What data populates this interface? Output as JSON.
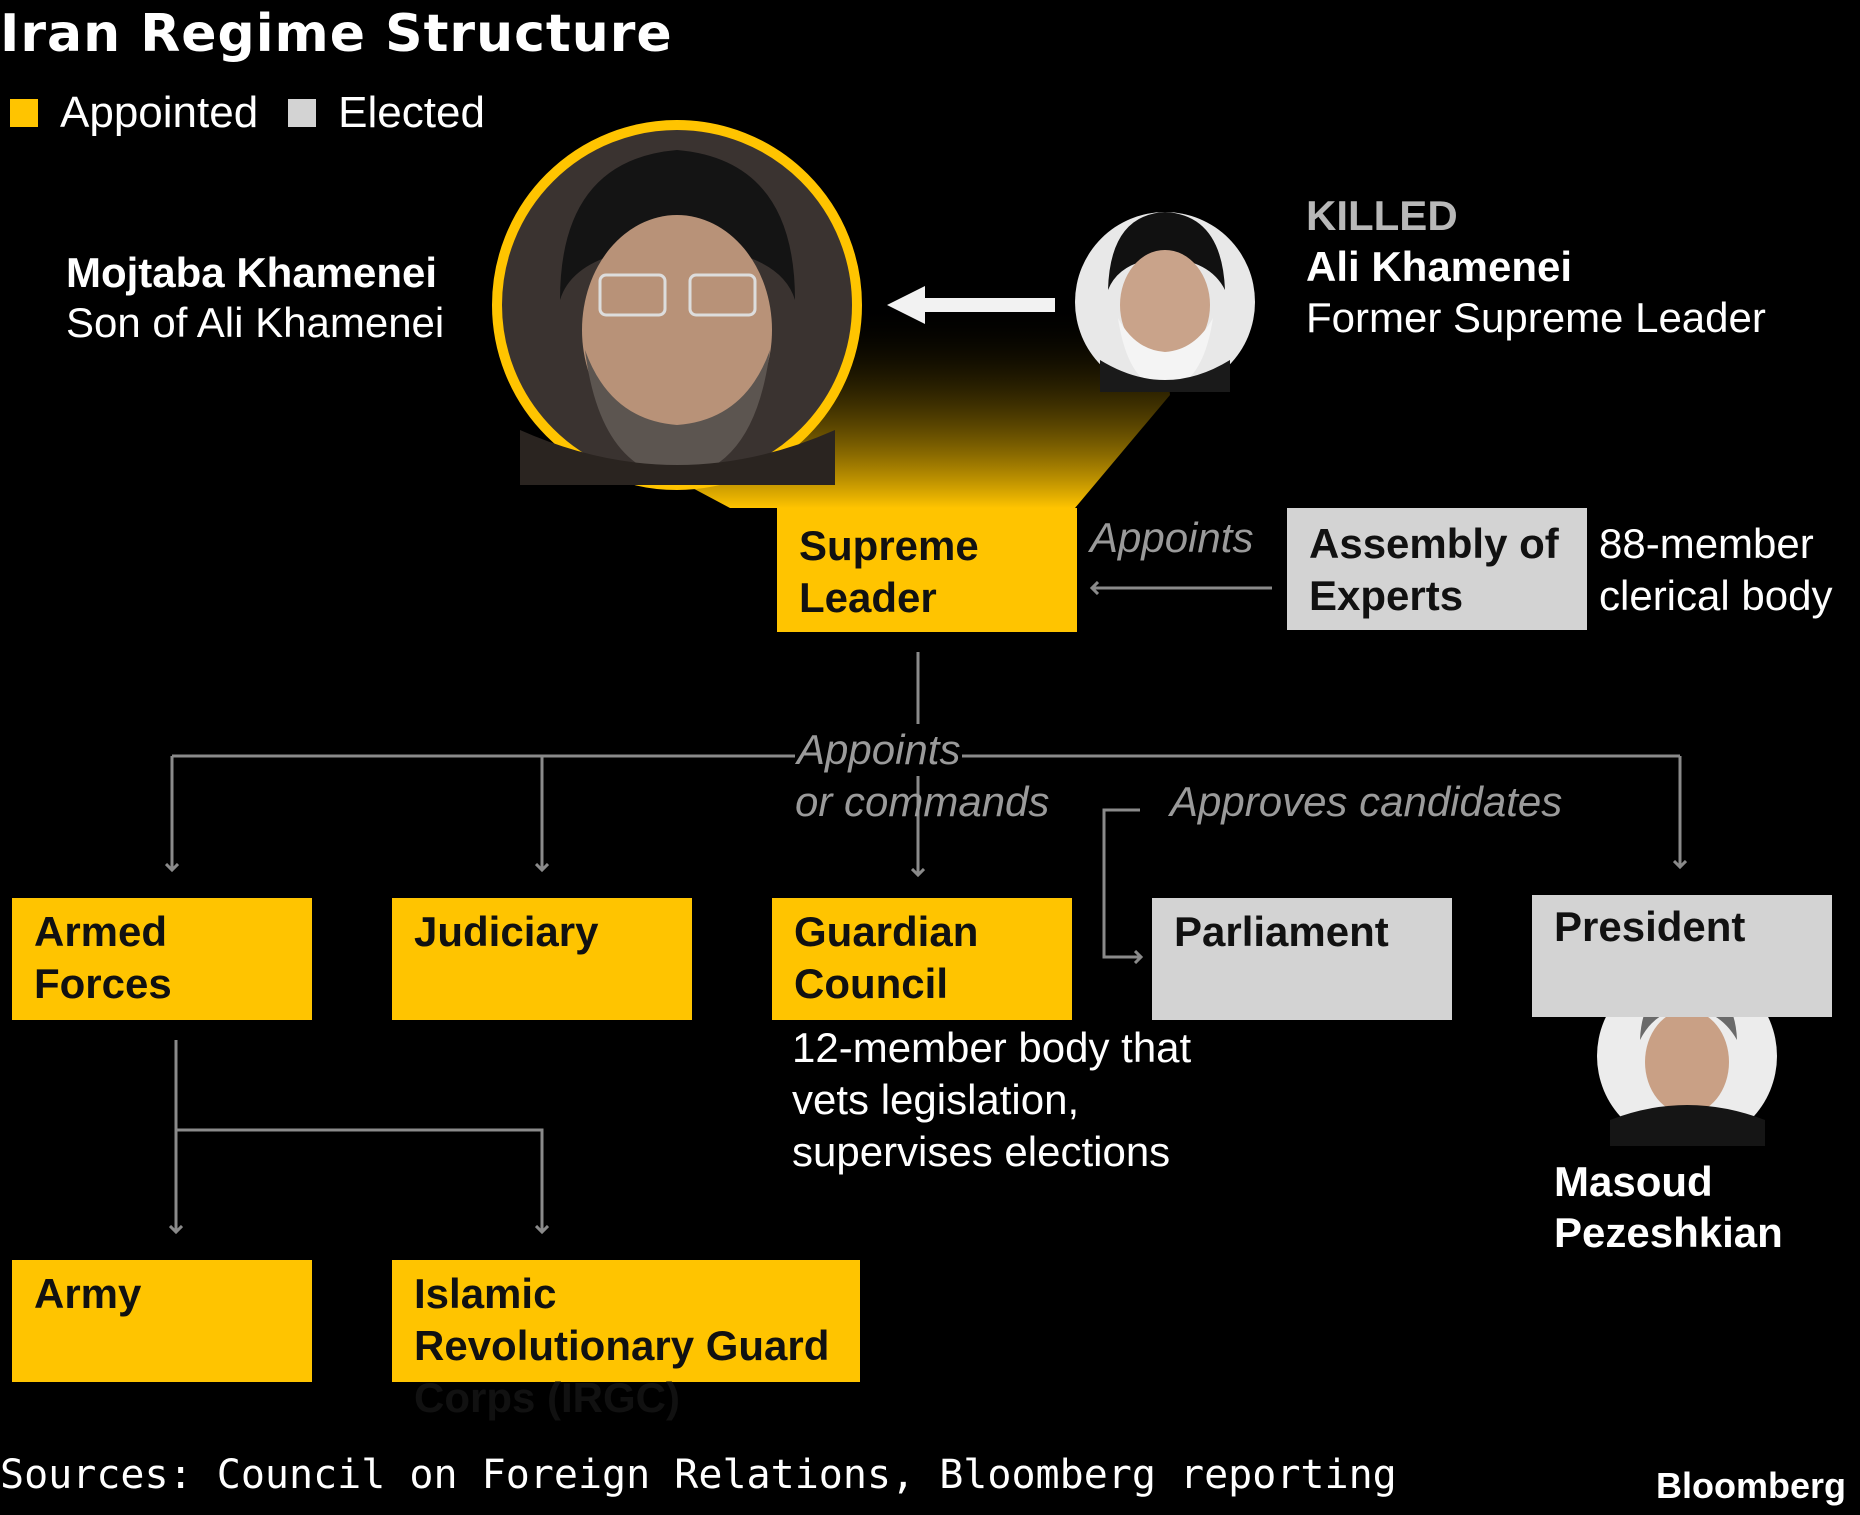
{
  "title": "Iran Regime Structure",
  "legend": [
    {
      "label": "Appointed",
      "color": "#ffc400"
    },
    {
      "label": "Elected",
      "color": "#d3d3d3"
    }
  ],
  "mojtaba": {
    "name": "Mojtaba Khamenei",
    "desc": "Son of Ali Khamenei"
  },
  "ali": {
    "status": "KILLED",
    "name": "Ali Khamenei",
    "desc": "Former Supreme Leader"
  },
  "boxes": {
    "supreme_leader": "Supreme Leader",
    "assembly": "Assembly of Experts",
    "armed_forces": "Armed Forces",
    "judiciary": "Judiciary",
    "guardian": "Guardian Council",
    "parliament": "Parliament",
    "president": "President",
    "army": "Army",
    "irgc": "Islamic Revolutionary Guard Corps (IRGC)"
  },
  "notes": {
    "assembly": "88-member clerical body",
    "guardian": "12-member body that vets legislation, supervises elections"
  },
  "edges": {
    "appoints": "Appoints",
    "appoints_or_commands_1": "Appoints",
    "appoints_or_commands_2": "or commands",
    "approves_candidates": "Approves candidates"
  },
  "pezeshkian": {
    "name_1": "Masoud",
    "name_2": "Pezeshkian"
  },
  "footer": {
    "sources": "Sources: Council on Foreign Relations, Bloomberg reporting",
    "brand": "Bloomberg"
  },
  "colors": {
    "appointed": "#ffc400",
    "elected": "#d3d3d3",
    "line": "#8a8a8a"
  }
}
